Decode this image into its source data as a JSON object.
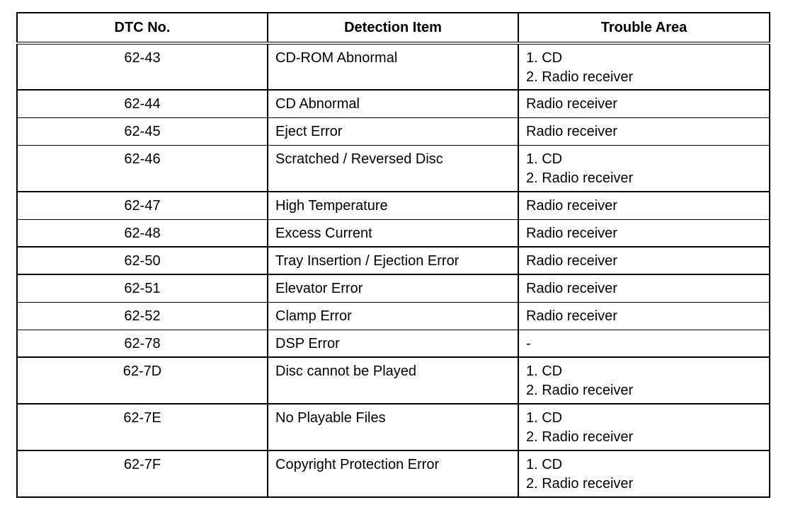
{
  "headers": {
    "dtc_no": "DTC No.",
    "detection_item": "Detection Item",
    "trouble_area": "Trouble Area"
  },
  "rows": [
    {
      "code": "62-43",
      "item": "CD-ROM Abnormal",
      "area": [
        "1. CD",
        "2. Radio receiver"
      ]
    },
    {
      "code": "62-44",
      "item": "CD Abnormal",
      "area": [
        "Radio receiver"
      ]
    },
    {
      "code": "62-45",
      "item": "Eject Error",
      "area": [
        "Radio receiver"
      ]
    },
    {
      "code": "62-46",
      "item": "Scratched / Reversed Disc",
      "area": [
        "1. CD",
        "2. Radio receiver"
      ]
    },
    {
      "code": "62-47",
      "item": "High Temperature",
      "area": [
        "Radio receiver"
      ]
    },
    {
      "code": "62-48",
      "item": "Excess Current",
      "area": [
        "Radio receiver"
      ]
    },
    {
      "code": "62-50",
      "item": "Tray Insertion / Ejection Error",
      "area": [
        "Radio receiver"
      ]
    },
    {
      "code": "62-51",
      "item": "Elevator Error",
      "area": [
        "Radio receiver"
      ]
    },
    {
      "code": "62-52",
      "item": "Clamp Error",
      "area": [
        "Radio receiver"
      ]
    },
    {
      "code": "62-78",
      "item": "DSP Error",
      "area": [
        "-"
      ]
    },
    {
      "code": "62-7D",
      "item": "Disc cannot be Played",
      "area": [
        "1. CD",
        "2. Radio receiver"
      ]
    },
    {
      "code": "62-7E",
      "item": "No Playable Files",
      "area": [
        "1. CD",
        "2. Radio receiver"
      ]
    },
    {
      "code": "62-7F",
      "item": "Copyright Protection Error",
      "area": [
        "1. CD",
        "2. Radio receiver"
      ]
    }
  ]
}
